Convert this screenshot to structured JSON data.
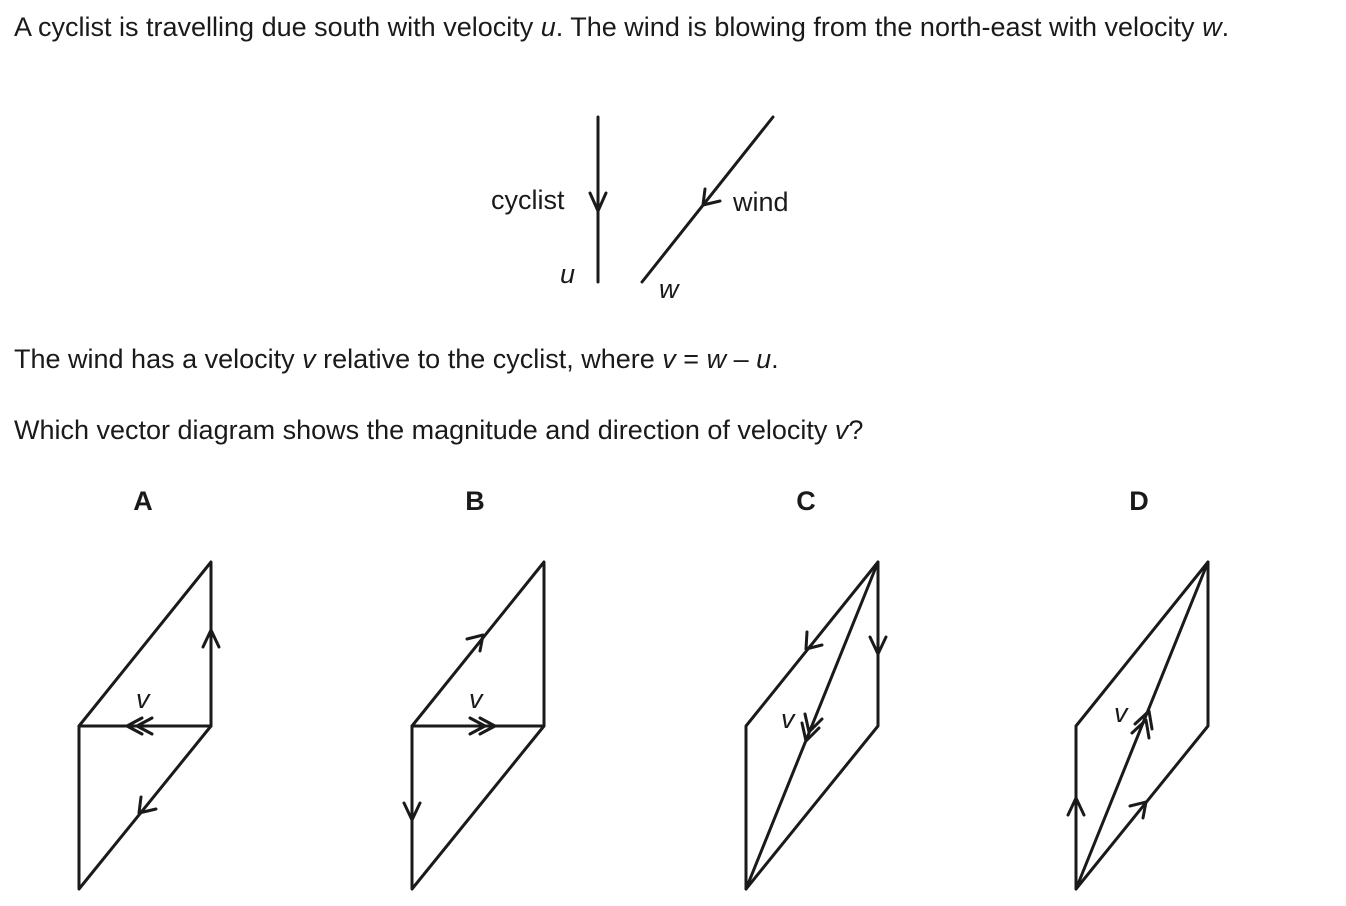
{
  "question": {
    "intro": {
      "t1": "A cyclist is travelling due south with velocity ",
      "u": "u",
      "t2": ". The wind is blowing from the north-east with velocity ",
      "w": "w",
      "t3": "."
    },
    "relation": {
      "t1": "The wind has a velocity ",
      "v": "v",
      "t2": " relative to the cyclist, where ",
      "v2": "v",
      "eq": " = ",
      "w": "w",
      "minus": " – ",
      "u": "u",
      "end": "."
    },
    "prompt": {
      "t1": "Which vector diagram shows the magnitude and direction of velocity ",
      "v": "v",
      "t2": "?"
    }
  },
  "figure": {
    "cyclist_label": "cyclist",
    "wind_label": "wind",
    "u_label": "u",
    "w_label": "w"
  },
  "options": [
    {
      "letter": "A",
      "v_label": "v"
    },
    {
      "letter": "B",
      "v_label": "v"
    },
    {
      "letter": "C",
      "v_label": "v"
    },
    {
      "letter": "D",
      "v_label": "v"
    }
  ]
}
